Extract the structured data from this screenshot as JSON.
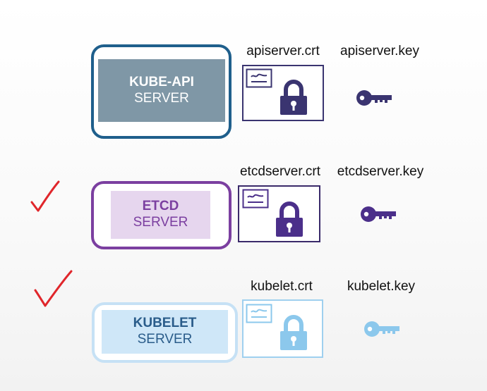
{
  "rows": [
    {
      "server_name": "KUBE-API",
      "server_sub": "SERVER",
      "cert_label": "apiserver.crt",
      "key_label": "apiserver.key",
      "colors": {
        "border": "#1f5f8c",
        "fill": "#7f97a6",
        "text": "#ffffff",
        "cert_border": "#3a3470",
        "icon": "#3a3470"
      }
    },
    {
      "server_name": "ETCD",
      "server_sub": "SERVER",
      "cert_label": "etcdserver.crt",
      "key_label": "etcdserver.key",
      "colors": {
        "border": "#7b3fa0",
        "fill": "#e6d6ee",
        "text": "#7b3fa0",
        "cert_border": "#3a2a6a",
        "icon": "#4b2f8a"
      }
    },
    {
      "server_name": "KUBELET",
      "server_sub": "SERVER",
      "cert_label": "kubelet.crt",
      "key_label": "kubelet.key",
      "colors": {
        "border": "#c6e1f5",
        "fill": "#cfe7f8",
        "text": "#2a5c8a",
        "cert_border": "#9fd0ef",
        "icon": "#8cc8ec"
      }
    }
  ],
  "checkmarks": {
    "color": "#e0262b",
    "rows_checked": [
      "ETCD",
      "KUBELET"
    ]
  }
}
